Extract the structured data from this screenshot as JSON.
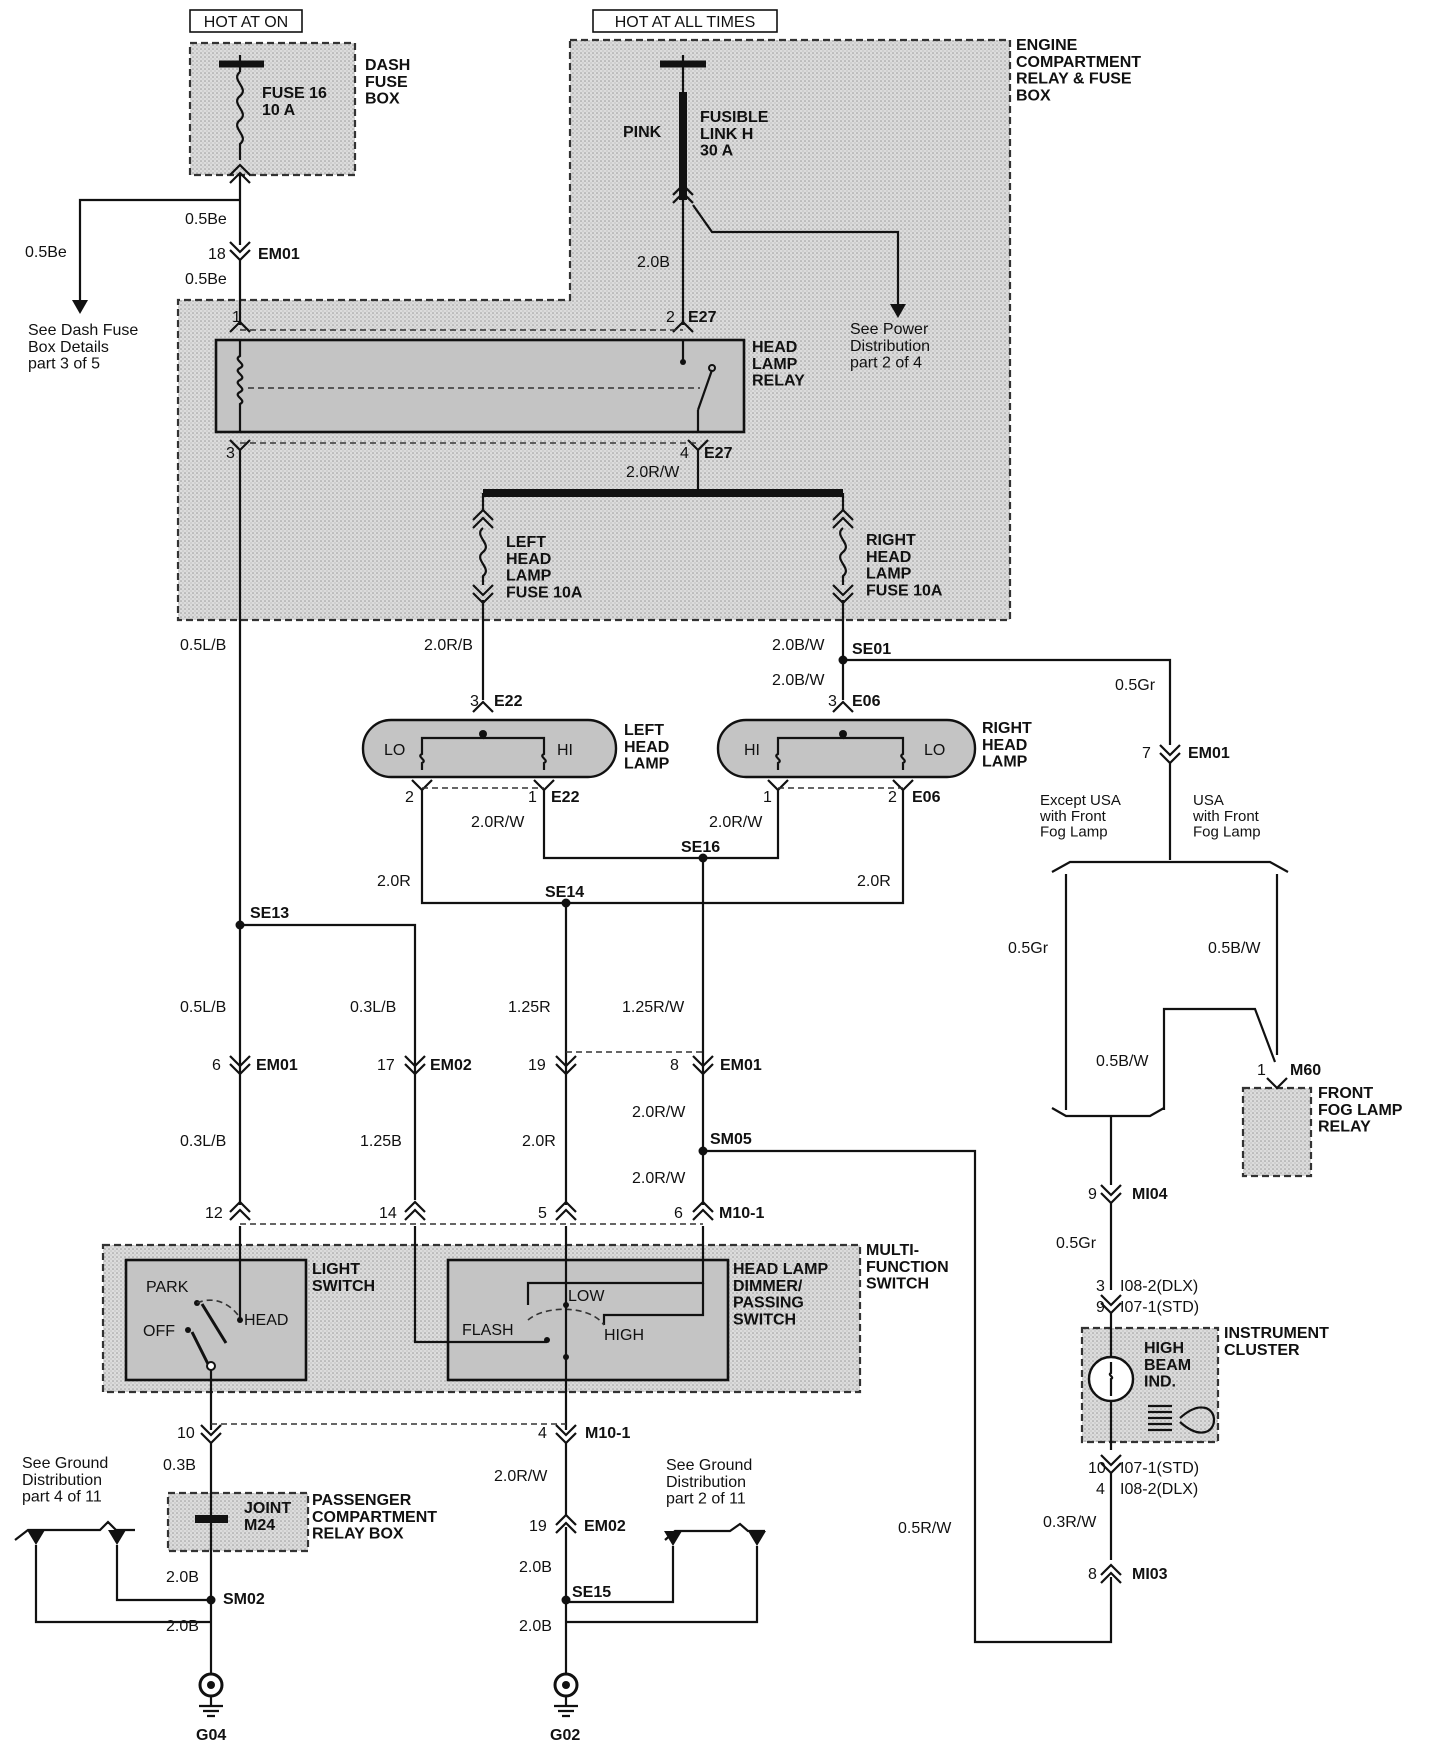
{
  "sources": {
    "hot_at_on": "HOT AT ON",
    "hot_at_all_times": "HOT AT ALL TIMES"
  },
  "dash_fuse_box": {
    "title": "DASH\nFUSE\nBOX",
    "fuse": "FUSE 16\n10 A"
  },
  "engine_box": {
    "title": "ENGINE\nCOMPARTMENT\nRELAY & FUSE\nBOX",
    "fusible_link": "FUSIBLE\nLINK H\n30 A",
    "pink": "PINK"
  },
  "head_lamp_relay": {
    "label": "HEAD\nLAMP\nRELAY",
    "pin1": "1",
    "pin2": "2",
    "pin3": "3",
    "pin4": "4",
    "conn_top": "E27",
    "conn_bottom": "E27"
  },
  "fuses": {
    "left": "LEFT\nHEAD\nLAMP\nFUSE 10A",
    "right": "RIGHT\nHEAD\nLAMP\nFUSE 10A"
  },
  "refs": {
    "dash_fuse_details": "See Dash Fuse\nBox Details\npart 3 of 5",
    "power_distribution": "See Power\nDistribution\npart 2 of 4",
    "ground_left": "See Ground\nDistribution\npart 4 of 11",
    "ground_right": "See Ground\nDistribution\npart 2 of 11"
  },
  "lamps": {
    "left": {
      "label": "LEFT\nHEAD\nLAMP",
      "lo": "LO",
      "hi": "HI",
      "pin_top": "3",
      "conn_top": "E22",
      "pin_l": "2",
      "pin_r": "1",
      "conn_bottom": "E22"
    },
    "right": {
      "label": "RIGHT\nHEAD\nLAMP",
      "hi": "HI",
      "lo": "LO",
      "pin_top": "3",
      "conn_top": "E06",
      "pin_l": "1",
      "pin_r": "2",
      "conn_bottom": "E06"
    }
  },
  "splices": {
    "se01": "SE01",
    "se13": "SE13",
    "se14": "SE14",
    "se16": "SE16",
    "sm05": "SM05",
    "sm02": "SM02",
    "se15": "SE15"
  },
  "wires": {
    "w05be_a": "0.5Be",
    "w05be_b": "0.5Be",
    "w05be_c": "0.5Be",
    "w20b_top": "2.0B",
    "w20rw_bus": "2.0R/W",
    "w05lb_a": "0.5L/B",
    "w20rb": "2.0R/B",
    "w20bw_a": "2.0B/W",
    "w20bw_b": "2.0B/W",
    "w05gr_a": "0.5Gr",
    "w20rw_l": "2.0R/W",
    "w20rw_r": "2.0R/W",
    "w20r_l": "2.0R",
    "w20r_r": "2.0R",
    "w05gr_b": "0.5Gr",
    "w05bw_a": "0.5B/W",
    "w05lb_b": "0.5L/B",
    "w03lb_a": "0.3L/B",
    "w125r": "1.25R",
    "w125rw": "1.25R/W",
    "w05bw_b": "0.5B/W",
    "w03lb_b": "0.3L/B",
    "w125b": "1.25B",
    "w20r_c": "2.0R",
    "w20rw_c": "2.0R/W",
    "w20rw_d": "2.0R/W",
    "w05gr_c": "0.5Gr",
    "w03b": "0.3B",
    "w20rw_e": "2.0R/W",
    "w20b_a": "2.0B",
    "w20b_b": "2.0B",
    "w20b_c": "2.0B",
    "w20b_d": "2.0B",
    "w05rw": "0.5R/W",
    "w03rw": "0.3R/W"
  },
  "fog_branches": {
    "except": "Except USA\nwith Front\nFog Lamp",
    "usa": "USA\nwith Front\nFog Lamp"
  },
  "connectors": {
    "em01_18": {
      "pin": "18",
      "name": "EM01"
    },
    "em01_7": {
      "pin": "7",
      "name": "EM01"
    },
    "em01_6": {
      "pin": "6",
      "name": "EM01"
    },
    "em02_17": {
      "pin": "17",
      "name": "EM02"
    },
    "em01_19": {
      "pin": "19"
    },
    "em01_8": {
      "pin": "8",
      "name": "EM01"
    },
    "m60": {
      "pin": "1",
      "name": "M60"
    },
    "m10_12": {
      "pin": "12"
    },
    "m10_14": {
      "pin": "14"
    },
    "m10_5": {
      "pin": "5"
    },
    "m10_6": {
      "pin": "6",
      "name": "M10-1"
    },
    "mi04": {
      "pin": "9",
      "name": "MI04"
    },
    "ic_top": {
      "pin_a": "3",
      "name_a": "I08-2(DLX)",
      "pin_b": "9",
      "name_b": "I07-1(STD)"
    },
    "m10_10": {
      "pin": "10"
    },
    "m10_4": {
      "pin": "4",
      "name": "M10-1"
    },
    "ic_bottom": {
      "pin_a": "10",
      "name_a": "I07-1(STD)",
      "pin_b": "4",
      "name_b": "I08-2(DLX)"
    },
    "em02_19": {
      "pin": "19",
      "name": "EM02"
    },
    "mi03": {
      "pin": "8",
      "name": "MI03"
    }
  },
  "fog_relay": {
    "label": "FRONT\nFOG LAMP\nRELAY"
  },
  "multifunction": {
    "title": "MULTI-\nFUNCTION\nSWITCH",
    "light_switch": {
      "label": "LIGHT\nSWITCH",
      "park": "PARK",
      "off": "OFF",
      "head": "HEAD"
    },
    "dimmer": {
      "label": "HEAD LAMP\nDIMMER/\nPASSING\nSWITCH",
      "low": "LOW",
      "flash": "FLASH",
      "high": "HIGH"
    }
  },
  "instrument_cluster": {
    "label": "INSTRUMENT\nCLUSTER",
    "indicator": "HIGH\nBEAM\nIND."
  },
  "relay_box": {
    "label": "PASSENGER\nCOMPARTMENT\nRELAY BOX",
    "joint": "JOINT\nM24"
  },
  "grounds": {
    "g04": "G04",
    "g02": "G02"
  }
}
